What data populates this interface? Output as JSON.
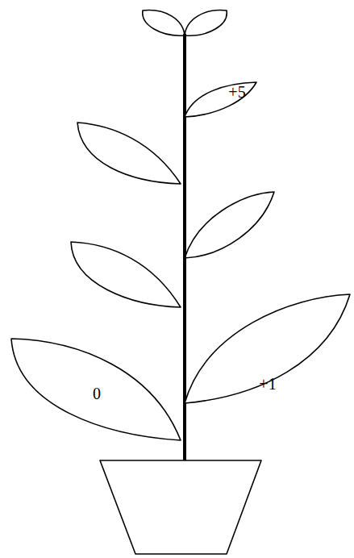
{
  "diagram": {
    "nodes": [
      {
        "text": [
          "+5"
        ]
      },
      {
        "text": [
          "+1"
        ]
      },
      {
        "text": [
          "0"
        ]
      }
    ]
  }
}
